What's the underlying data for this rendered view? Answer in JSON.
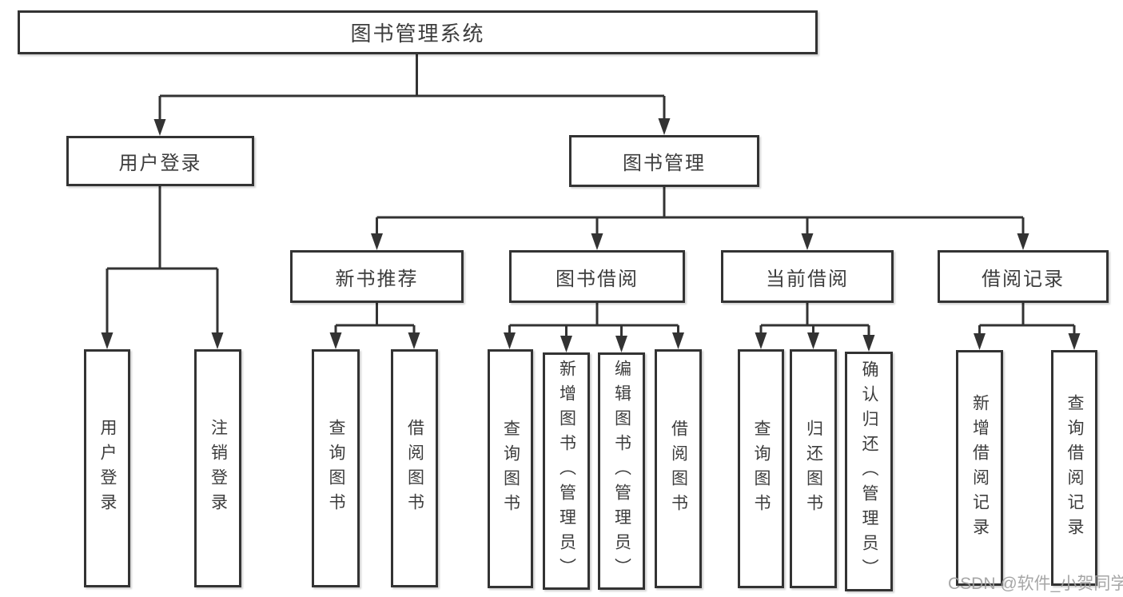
{
  "diagram": {
    "root_label": "图书管理系统",
    "branches": [
      {
        "label": "用户登录",
        "leaves": [
          "用户登录",
          "注销登录"
        ]
      },
      {
        "label": "图书管理",
        "children": [
          {
            "label": "新书推荐",
            "leaves": [
              "查询图书",
              "借阅图书"
            ]
          },
          {
            "label": "图书借阅",
            "leaves": [
              "查询图书",
              "新增图书（管理员）",
              "编辑图书（管理员）",
              "借阅图书"
            ]
          },
          {
            "label": "当前借阅",
            "leaves": [
              "查询图书",
              "归还图书",
              "确认归还（管理员）"
            ]
          },
          {
            "label": "借阅记录",
            "leaves": [
              "新增借阅记录",
              "查询借阅记录"
            ]
          }
        ]
      }
    ]
  },
  "watermark": {
    "text": "CSDN @软件_小贺同学",
    "color": "#9e9e9e"
  },
  "colors": {
    "line": "#333333",
    "border": "#333333",
    "text": "#3d3d3d",
    "background": "#ffffff"
  }
}
